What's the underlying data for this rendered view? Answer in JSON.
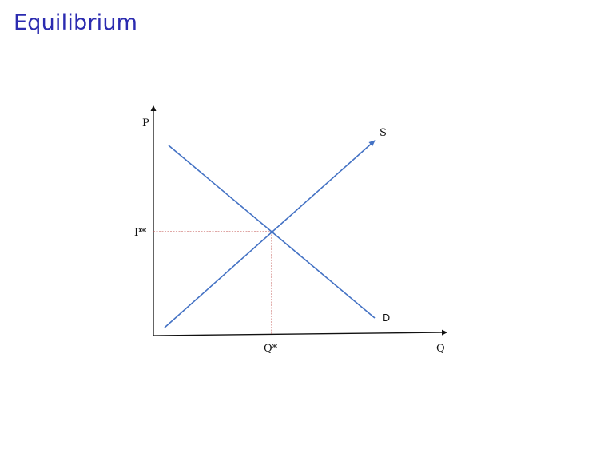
{
  "title": "Equilibrium",
  "diagram": {
    "labels": {
      "price_axis": "P",
      "quantity_axis": "Q",
      "supply_curve": "S",
      "demand_curve": "D",
      "equilibrium_price": "P*",
      "equilibrium_quantity": "Q*"
    },
    "colors": {
      "title": "#2b2bb0",
      "axes": "#111111",
      "curves": "#4472c4",
      "guide_lines": "#c0504d"
    }
  }
}
